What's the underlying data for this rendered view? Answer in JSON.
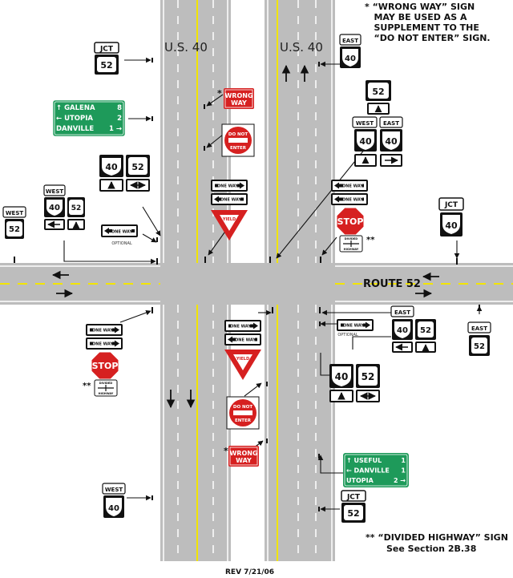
{
  "notes": {
    "wrong_way": "* “WRONG WAY” SIGN\n   MAY BE USED AS A\n   SUPPLEMENT TO THE\n   “DO NOT ENTER” SIGN.",
    "divided_highway_1": "** “DIVIDED HIGHWAY” SIGN",
    "divided_highway_2": "See Section 2B.38",
    "revision": "REV 7/21/06"
  },
  "road_labels": {
    "us40_left": "U.S. 40",
    "us40_right": "U.S. 40",
    "route52": "ROUTE 52"
  },
  "sign_text": {
    "jct": "JCT",
    "east": "EAST",
    "west": "WEST",
    "route_40": "40",
    "route_52": "52",
    "one_way": "ONE WAY",
    "optional": "OPTIONAL",
    "yield": "YIELD",
    "stop": "STOP",
    "wrong": "WRONG",
    "way": "WAY",
    "do_not": "DO NOT",
    "enter": "ENTER",
    "divided": "DIVIDED",
    "highway": "HIGHWAY",
    "star": "*",
    "double_star": "**"
  },
  "guide_sign_nw": {
    "rows": [
      {
        "arrow": "↑",
        "name": "GALENA",
        "dist": "8"
      },
      {
        "arrow": "←",
        "name": "UTOPIA",
        "dist": "2"
      },
      {
        "arrow": "",
        "name": "DANVILLE",
        "dist": "1 →"
      }
    ]
  },
  "guide_sign_se": {
    "rows": [
      {
        "arrow": "↑",
        "name": "USEFUL",
        "dist": "1"
      },
      {
        "arrow": "←",
        "name": "DANVILLE",
        "dist": "1"
      },
      {
        "arrow": "",
        "name": "UTOPIA",
        "dist": "2 →"
      }
    ]
  },
  "colors": {
    "pavement": "#bdbdbd",
    "center_line": "#f2e500",
    "guide_green": "#1e9a5a",
    "regulatory_red": "#d62020",
    "sign_black": "#111111"
  },
  "icons": [
    "arrow-up-icon",
    "arrow-down-icon",
    "arrow-left-icon",
    "arrow-right-icon",
    "arrow-leftright-icon",
    "us-shield-icon",
    "state-route-icon"
  ]
}
